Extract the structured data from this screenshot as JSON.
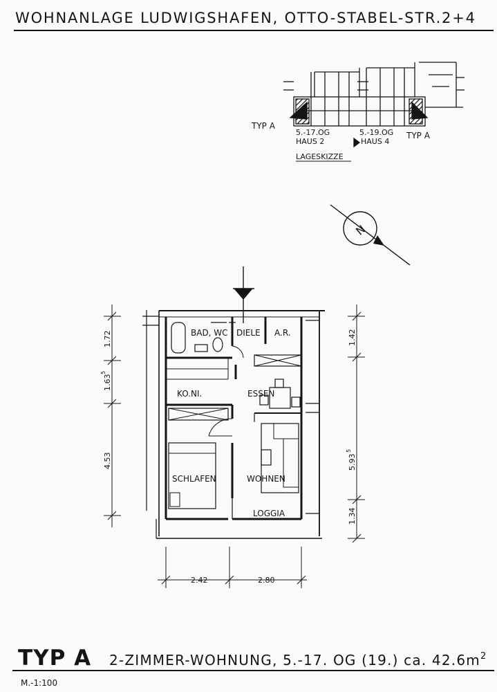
{
  "header": {
    "title": "WOHNANLAGE  LUDWIGSHAFEN,  OTTO-STABEL-STR.2+4"
  },
  "site_sketch": {
    "typ_left": "TYP A",
    "floors_left": "5.-17.OG",
    "house_left": "HAUS 2",
    "floors_right": "5.-19.OG",
    "house_right": "HAUS 4",
    "typ_right": "TYP A",
    "caption": "LAGESKIZZE"
  },
  "north_arrow": {
    "label": "N"
  },
  "rooms": {
    "bad_wc": "BAD, WC",
    "diele": "DIELE",
    "ar": "A.R.",
    "koni": "KO.NI.",
    "essen": "ESSEN",
    "schlafen": "SCHLAFEN",
    "wohnen": "WOHNEN",
    "loggia": "LOGGIA"
  },
  "dimensions": {
    "left_1": "1.72",
    "left_2": "1.63",
    "left_2_sup": "5",
    "left_3": "4.53",
    "right_1": "1.42",
    "right_2": "5.93",
    "right_2_sup": "5",
    "right_3": "1.34",
    "bottom_1": "2.42",
    "bottom_2": "2.80"
  },
  "footer": {
    "typ": "TYP A",
    "description": "2-ZIMMER-WOHNUNG,  5.-17. OG (19.)  ca. 42.6m",
    "superscript": "2",
    "scale": "M.-1:100"
  }
}
